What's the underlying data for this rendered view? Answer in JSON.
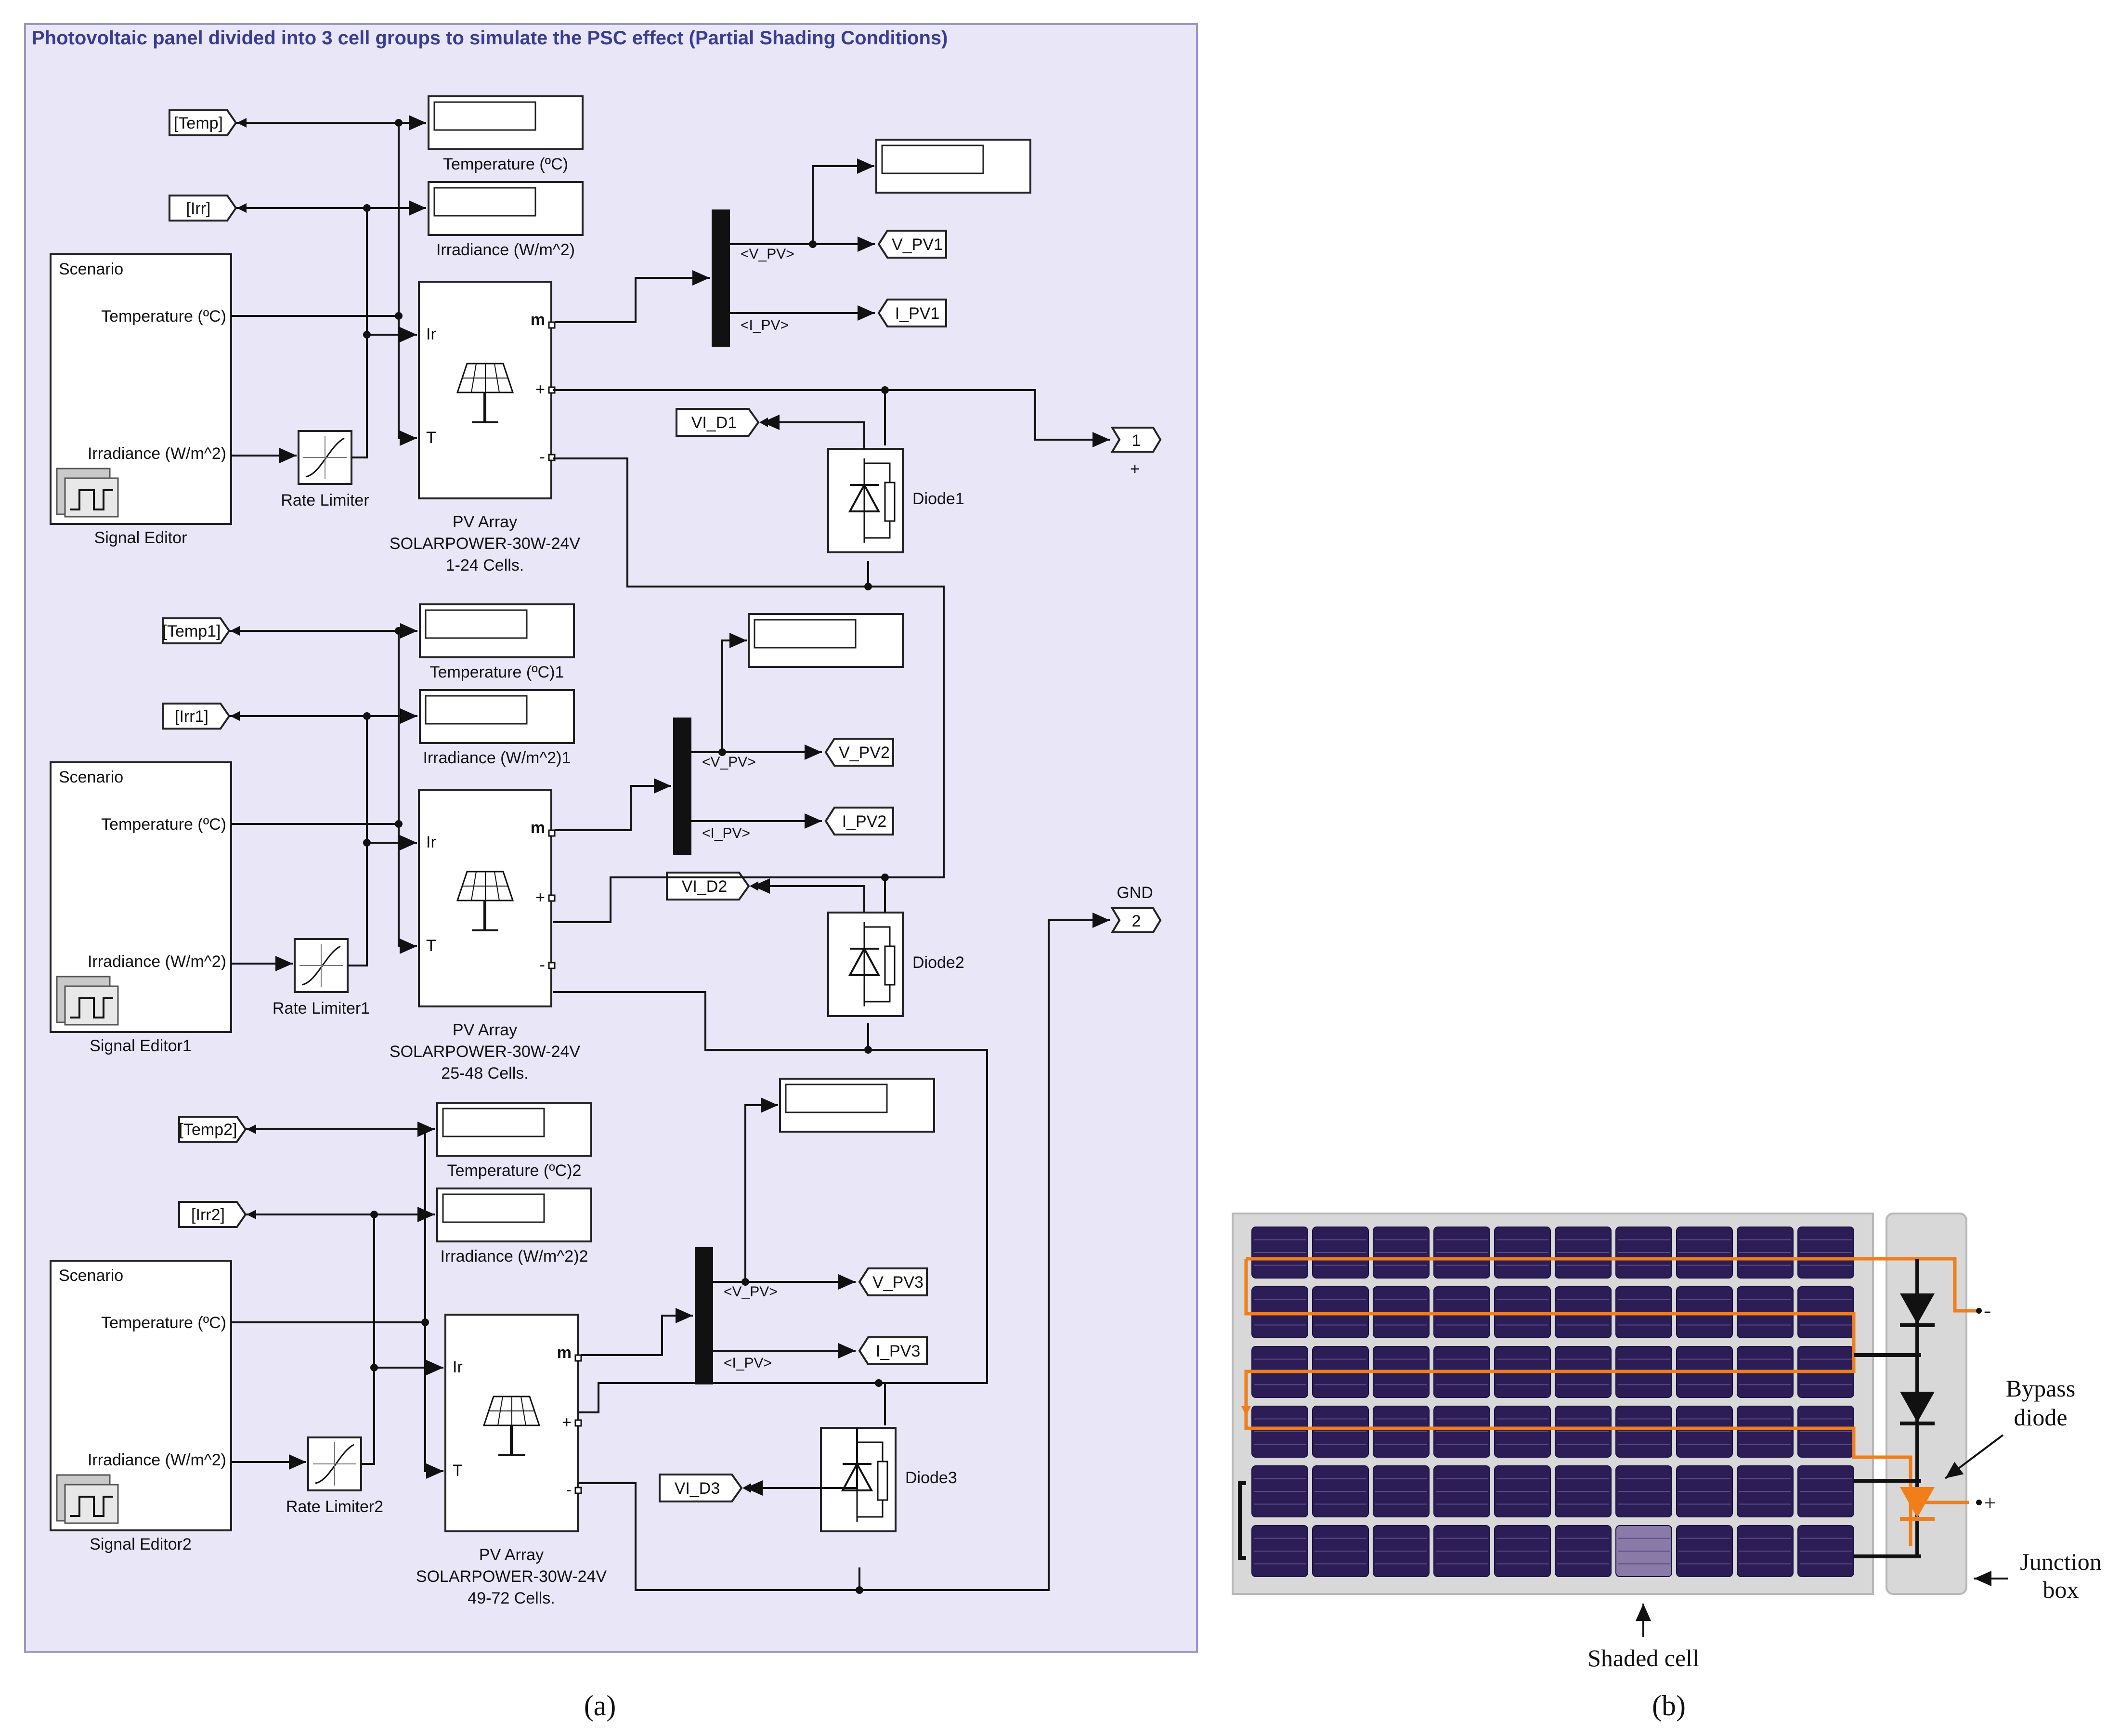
{
  "panel_a": {
    "title": "Photovoltaic panel divided into 3 cell groups to simulate the PSC effect (Partial Shading Conditions)",
    "caption": "(a)",
    "groups": [
      {
        "temp_tag": "[Temp]",
        "irr_tag": "[Irr]",
        "temp_display": "Temperature (ºC)",
        "irr_display": "Irradiance (W/m^2)",
        "scenario": "Scenario",
        "temp_port": "Temperature (ºC)",
        "irr_port": "Irradiance (W/m^2)",
        "signal_editor": "Signal Editor",
        "rate_limiter": "Rate Limiter",
        "pv_line1": "PV  Array",
        "pv_line2": "SOLARPOWER-30W-24V",
        "pv_line3": "1-24 Cells.",
        "port_ir": "Ir",
        "port_t": "T",
        "port_m": "m",
        "port_plus": "+",
        "port_minus": "-",
        "v_sig": "<V_PV>",
        "i_sig": "<I_PV>",
        "v_tag": "V_PV1",
        "i_tag": "I_PV1",
        "vi_tag": "VI_D1",
        "diode": "Diode1"
      },
      {
        "temp_tag": "[Temp1]",
        "irr_tag": "[Irr1]",
        "temp_display": "Temperature (ºC)1",
        "irr_display": "Irradiance (W/m^2)1",
        "scenario": "Scenario",
        "temp_port": "Temperature (ºC)",
        "irr_port": "Irradiance (W/m^2)",
        "signal_editor": "Signal Editor1",
        "rate_limiter": "Rate Limiter1",
        "pv_line1": "PV  Array",
        "pv_line2": "SOLARPOWER-30W-24V",
        "pv_line3": "25-48 Cells.",
        "port_ir": "Ir",
        "port_t": "T",
        "port_m": "m",
        "port_plus": "+",
        "port_minus": "-",
        "v_sig": "<V_PV>",
        "i_sig": "<I_PV>",
        "v_tag": "V_PV2",
        "i_tag": "I_PV2",
        "vi_tag": "VI_D2",
        "diode": "Diode2"
      },
      {
        "temp_tag": "[Temp2]",
        "irr_tag": "[Irr2]",
        "temp_display": "Temperature (ºC)2",
        "irr_display": "Irradiance (W/m^2)2",
        "scenario": "Scenario",
        "temp_port": "Temperature (ºC)",
        "irr_port": "Irradiance (W/m^2)",
        "signal_editor": "Signal Editor2",
        "rate_limiter": "Rate Limiter2",
        "pv_line1": "PV  Array",
        "pv_line2": "SOLARPOWER-30W-24V",
        "pv_line3": "49-72 Cells.",
        "port_ir": "Ir",
        "port_t": "T",
        "port_m": "m",
        "port_plus": "+",
        "port_minus": "-",
        "v_sig": "<V_PV>",
        "i_sig": "<I_PV>",
        "v_tag": "V_PV3",
        "i_tag": "I_PV3",
        "vi_tag": "VI_D3",
        "diode": "Diode3"
      }
    ],
    "out1_num": "1",
    "out1_label": "+",
    "out2_num": "2",
    "out2_label": "GND"
  },
  "panel_b": {
    "caption": "(b)",
    "label_minus": "-",
    "label_plus": "+",
    "bypass_line1": "Bypass",
    "bypass_line2": "diode",
    "junction_line1": "Junction",
    "junction_line2": "box",
    "shaded_cell": "Shaded cell",
    "colors": {
      "cell": "#2d1d57",
      "string": "#f07e1a",
      "shaded": "#8a7aa8"
    }
  }
}
